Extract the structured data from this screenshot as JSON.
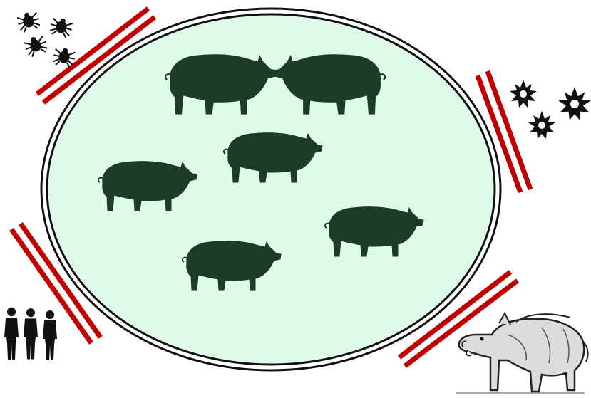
{
  "colors": {
    "background": "#ffffff",
    "pen_fill": "#e0faea",
    "pen_border": "#111111",
    "barrier": "#c00000",
    "pig": "#1c3b28",
    "pathogen": "#111111",
    "people": "#111111",
    "boar_body": "#dcdcdc",
    "boar_line": "#222222"
  },
  "farm": {
    "enclosure": "pig-farm-enclosure",
    "herd": [
      "pig",
      "pig",
      "pig",
      "pig",
      "pig",
      "pig"
    ]
  },
  "threats": [
    {
      "name": "ticks",
      "icon": "tick-icon",
      "count": 4
    },
    {
      "name": "virus-particles",
      "icon": "virus-icon",
      "count": 3
    },
    {
      "name": "wild-boar",
      "icon": "wild-boar-icon",
      "count": 1
    },
    {
      "name": "people",
      "icon": "person-silhouette-icon",
      "count": 3
    }
  ],
  "barriers": [
    "top-left",
    "right",
    "bottom-right",
    "bottom-left"
  ]
}
